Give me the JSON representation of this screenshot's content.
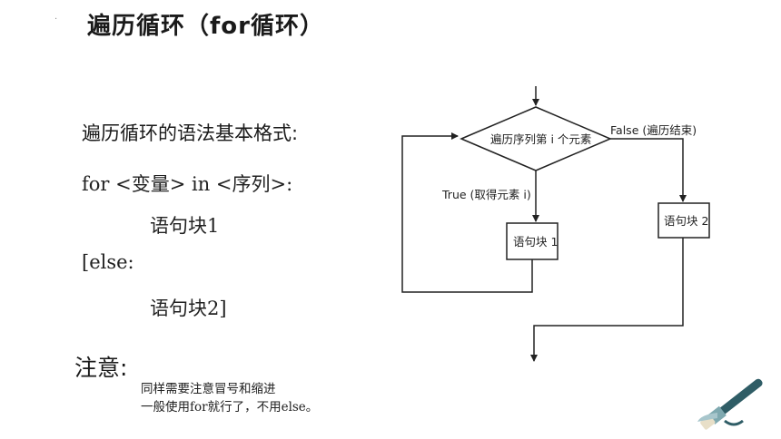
{
  "page": {
    "title": "遍历循环（for循环）",
    "bullet": "·"
  },
  "syntax": {
    "heading": "遍历循环的语法基本格式:",
    "line1": "for <变量> in <序列>:",
    "line2": "语句块1",
    "line3": "[else:",
    "line4": "语句块2]"
  },
  "note": {
    "heading": "注意:",
    "line1": "同样需要注意冒号和缩进",
    "line2": "一般使用for就行了，不用else。"
  },
  "flowchart": {
    "decision": "遍历序列第 i 个元素",
    "false_label": "False (遍历结束)",
    "true_label": "True (取得元素 i)",
    "block1": "语句块 1",
    "block2": "语句块 2"
  },
  "decoration": {
    "icon": "paintbrush-icon",
    "colors": {
      "handle": "#2f5d66",
      "ferrule": "#7fa9b0",
      "bristle": "#e8dfc8",
      "tip": "#a8c6cc"
    }
  }
}
